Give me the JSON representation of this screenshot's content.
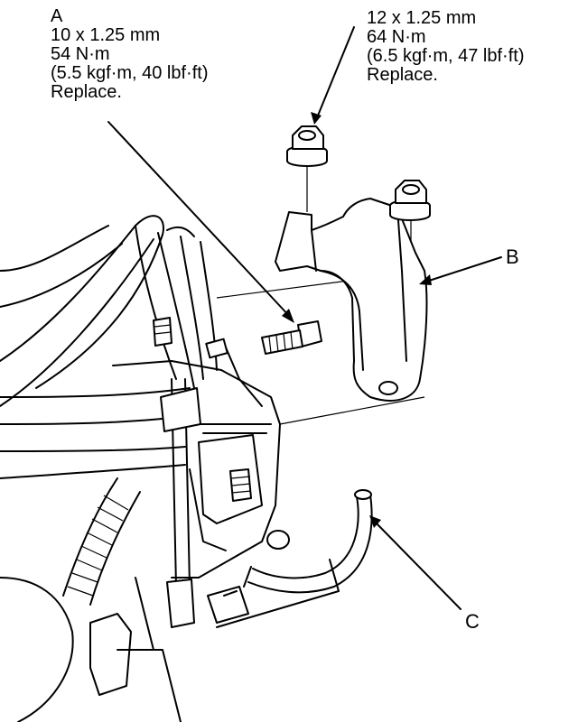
{
  "callout_a": {
    "letter": "A",
    "size": "10 x 1.25 mm",
    "torque_nm": "54 N·m",
    "torque_alt": "(5.5 kgf·m, 40 lbf·ft)",
    "note": "Replace."
  },
  "callout_nut": {
    "size": "12 x 1.25 mm",
    "torque_nm": "64 N·m",
    "torque_alt": "(6.5 kgf·m, 47 lbf·ft)",
    "note": "Replace."
  },
  "labels": {
    "b": "B",
    "c": "C"
  }
}
